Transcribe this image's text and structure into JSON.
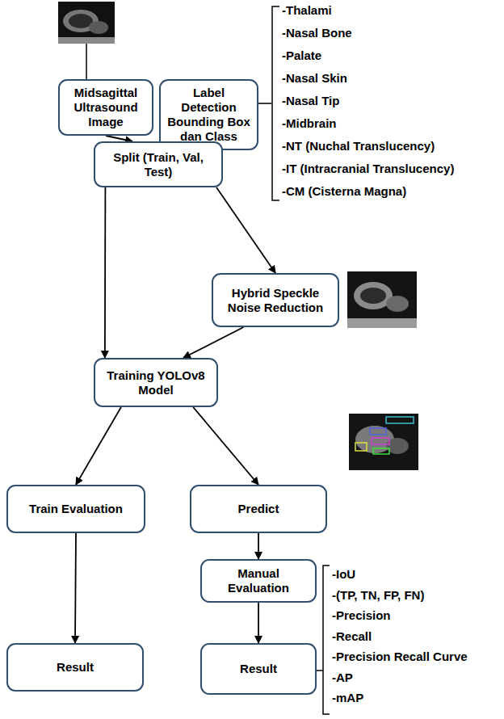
{
  "diagram": {
    "nodes": [
      {
        "text": [
          "Midsagittal Ultrasound Image"
        ]
      },
      {
        "text": [
          "Label Detection Bounding Box dan Class"
        ]
      },
      {
        "text": [
          "Split (Train, Val, Test)"
        ]
      },
      {
        "text": [
          "Hybrid Speckle Noise Reduction"
        ]
      },
      {
        "text": [
          "Training YOLOv8 Model"
        ]
      },
      {
        "text": [
          "Train Evaluation"
        ]
      },
      {
        "text": [
          "Predict"
        ]
      },
      {
        "text": [
          "Manual Evaluation"
        ]
      },
      {
        "text": [
          "Result"
        ]
      },
      {
        "text": [
          "Result"
        ]
      }
    ],
    "edges": [
      {
        "from": 0,
        "to": 2,
        "arrow": "to"
      },
      {
        "from": 1,
        "to": 2,
        "arrow": "to"
      },
      {
        "from": 2,
        "to": 4,
        "arrow": "to"
      },
      {
        "from": 2,
        "to": 3,
        "arrow": "to"
      },
      {
        "from": 3,
        "to": 4,
        "arrow": "to"
      },
      {
        "from": 4,
        "to": 5,
        "arrow": "to"
      },
      {
        "from": 4,
        "to": 6,
        "arrow": "to"
      },
      {
        "from": 6,
        "to": 7,
        "arrow": "to"
      },
      {
        "from": 5,
        "to": 8,
        "arrow": "to"
      },
      {
        "from": 7,
        "to": 9,
        "arrow": "to"
      }
    ],
    "labels": [
      "-Thalami",
      "-Nasal Bone",
      "-Palate",
      "-Nasal Skin",
      "-Nasal Tip",
      "-Midbrain",
      "-NT (Nuchal Translucency)",
      "-IT (Intracranial Translucency)",
      "-CM (Cisterna Magna)",
      "-IoU",
      "-(TP, TN, FP, FN)",
      "-Precision",
      "-Recall",
      "-Precision Recall Curve",
      "-AP",
      "-mAP"
    ]
  }
}
